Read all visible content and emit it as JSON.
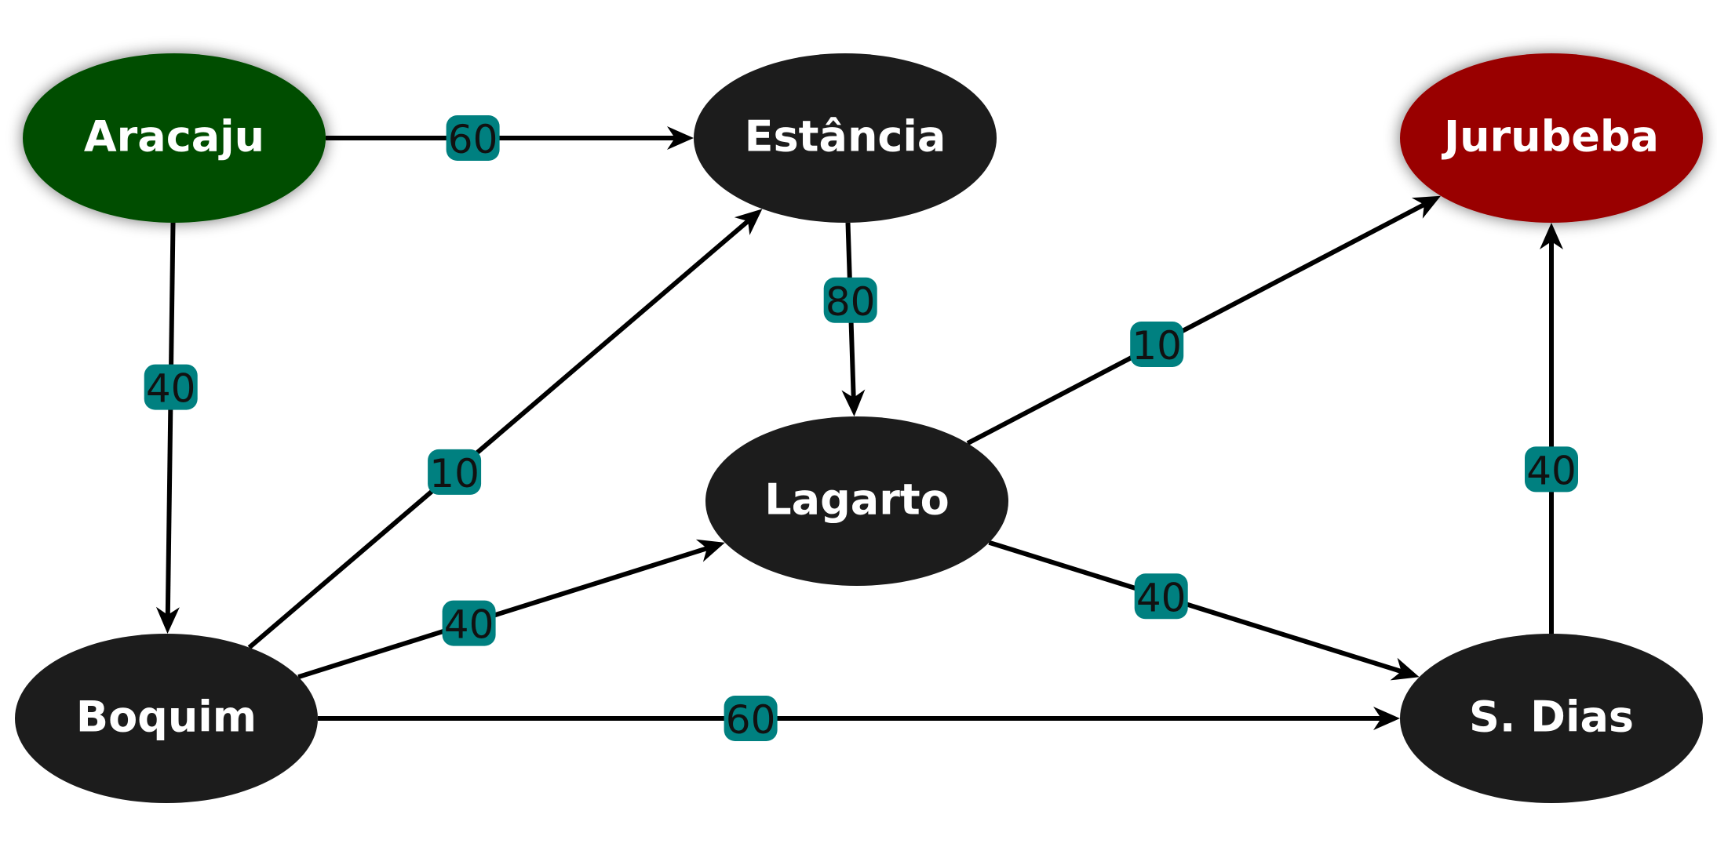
{
  "colors": {
    "node_default": "#1c1c1c",
    "node_start": "#004d00",
    "node_end": "#990000",
    "edge": "#000000",
    "weight_badge": "#008080",
    "label_text": "#ffffff"
  },
  "nodes": [
    {
      "id": "aracaju",
      "label": "Aracaju",
      "role": "start"
    },
    {
      "id": "estancia",
      "label": "Estância",
      "role": "default"
    },
    {
      "id": "jurubeba",
      "label": "Jurubeba",
      "role": "end"
    },
    {
      "id": "lagarto",
      "label": "Lagarto",
      "role": "default"
    },
    {
      "id": "boquim",
      "label": "Boquim",
      "role": "default"
    },
    {
      "id": "sdias",
      "label": "S. Dias",
      "role": "default"
    }
  ],
  "edges": [
    {
      "from": "aracaju",
      "to": "estancia",
      "weight": "60"
    },
    {
      "from": "aracaju",
      "to": "boquim",
      "weight": "40"
    },
    {
      "from": "estancia",
      "to": "lagarto",
      "weight": "80"
    },
    {
      "from": "boquim",
      "to": "estancia",
      "weight": "10"
    },
    {
      "from": "boquim",
      "to": "lagarto",
      "weight": "40"
    },
    {
      "from": "boquim",
      "to": "sdias",
      "weight": "60"
    },
    {
      "from": "lagarto",
      "to": "jurubeba",
      "weight": "10"
    },
    {
      "from": "lagarto",
      "to": "sdias",
      "weight": "40"
    },
    {
      "from": "sdias",
      "to": "jurubeba",
      "weight": "40"
    }
  ]
}
